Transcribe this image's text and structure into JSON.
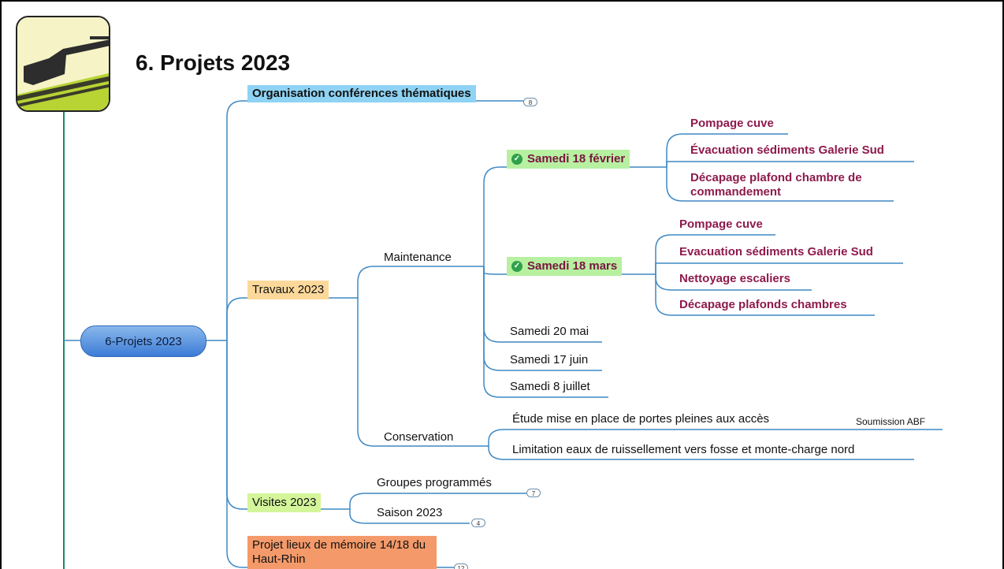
{
  "page_title": "6. Projets 2023",
  "root": {
    "label": "6-Projets 2023"
  },
  "branches": {
    "organisation": {
      "label": "Organisation conférences thématiques",
      "count": "8"
    },
    "travaux": {
      "label": "Travaux 2023",
      "maintenance": {
        "label": "Maintenance",
        "sessions": [
          {
            "label": "Samedi 18 février",
            "done": true,
            "tasks": [
              "Pompage cuve",
              "Évacuation sédiments Galerie Sud",
              "Décapage plafond chambre de commandement"
            ]
          },
          {
            "label": "Samedi 18 mars",
            "done": true,
            "tasks": [
              "Pompage cuve",
              "Evacuation sédiments Galerie Sud",
              "Nettoyage escaliers",
              "Décapage plafonds chambres"
            ]
          },
          {
            "label": "Samedi 20 mai"
          },
          {
            "label": "Samedi 17 juin"
          },
          {
            "label": "Samedi 8 juillet"
          }
        ]
      },
      "conservation": {
        "label": "Conservation",
        "items": [
          {
            "label": "Étude mise en place de portes pleines aux accès",
            "note": "Soumission ABF"
          },
          {
            "label": "Limitation eaux de ruissellement vers fosse et monte-charge nord"
          }
        ]
      }
    },
    "visites": {
      "label": "Visites 2023",
      "items": [
        {
          "label": "Groupes programmés",
          "count": "7"
        },
        {
          "label": "Saison 2023",
          "count": "4"
        }
      ]
    },
    "projet_lieux": {
      "label": "Projet lieux de mémoire 14/18 du Haut-Rhin",
      "count": "12"
    }
  },
  "colors": {
    "link": "#3f89c4",
    "trunk_top": "#1e8a6a",
    "trunk_bottom": "#9bbf3a",
    "task_text": "#8e1a4c"
  },
  "icons": {
    "logo": "bunker-turret-logo",
    "check": "check-circle-icon"
  }
}
